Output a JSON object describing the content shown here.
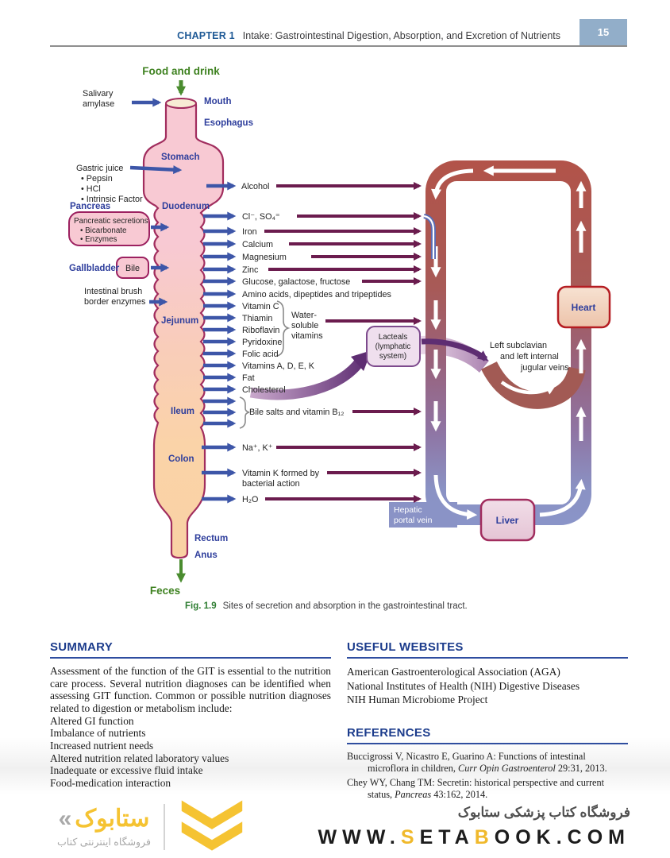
{
  "header": {
    "chapter": "CHAPTER 1",
    "title": "Intake: Gastrointestinal Digestion, Absorption, and Excretion of Nutrients",
    "page_number": "15"
  },
  "figure": {
    "caption_label": "Fig. 1.9",
    "caption_text": "Sites of secretion and absorption in the gastrointestinal tract.",
    "food_and_drink": "Food and drink",
    "feces": "Feces",
    "organs": {
      "mouth": "Mouth",
      "esophagus": "Esophagus",
      "stomach": "Stomach",
      "duodenum": "Duodenum",
      "jejunum": "Jejunum",
      "ileum": "Ileum",
      "colon": "Colon",
      "rectum": "Rectum",
      "anus": "Anus",
      "pancreas": "Pancreas",
      "gallbladder": "Gallbladder"
    },
    "secretions": {
      "salivary_1": "Salivary",
      "salivary_2": "amylase",
      "gastric_1": "Gastric juice",
      "gastric_2": "• Pepsin",
      "gastric_3": "• HCl",
      "gastric_4": "• Intrinsic Factor",
      "pancreatic_1": "Pancreatic secretions",
      "pancreatic_2": "• Bicarbonate",
      "pancreatic_3": "• Enzymes",
      "bile": "Bile",
      "brush_1": "Intestinal brush",
      "brush_2": "border enzymes"
    },
    "absorbed": {
      "alcohol": "Alcohol",
      "cl_so4": "Cl⁻, SO₄⁼",
      "iron": "Iron",
      "calcium": "Calcium",
      "magnesium": "Magnesium",
      "zinc": "Zinc",
      "glucose": "Glucose, galactose, fructose",
      "amino": "Amino acids, dipeptides and tripeptides",
      "vitamin_c": "Vitamin C",
      "thiamin": "Thiamin",
      "riboflavin": "Riboflavin",
      "pyridoxine": "Pyridoxine",
      "folic_acid": "Folic acid",
      "water_1": "Water-",
      "water_2": "soluble",
      "water_3": "vitamins",
      "vitamins_adek": "Vitamins A, D, E, K",
      "fat": "Fat",
      "cholesterol": "Cholesterol",
      "bile_salts": "Bile salts and vitamin B₁₂",
      "na_k": "Na⁺, K⁺",
      "vitamin_k_1": "Vitamin K formed by",
      "vitamin_k_2": "bacterial action",
      "h2o": "H₂O"
    },
    "circulation": {
      "heart": "Heart",
      "liver": "Liver",
      "lacteals_1": "Lacteals",
      "lacteals_2": "(lymphatic",
      "lacteals_3": "system)",
      "jugular_1": "Left subclavian",
      "jugular_2": "and left internal",
      "jugular_3": "jugular veins",
      "hepatic_1": "Hepatic",
      "hepatic_2": "portal vein"
    }
  },
  "summary": {
    "heading": "SUMMARY",
    "paragraph": "Assessment of the function of the GIT is essential to the nutrition care process. Several nutrition diagnoses can be identified when assessing GIT function. Common or possible nutrition diagnoses related to digestion or metabolism include:",
    "items": [
      "Altered GI function",
      "Imbalance of nutrients",
      "Increased nutrient needs",
      "Altered nutrition related laboratory values",
      "Inadequate or excessive fluid intake",
      "Food-medication interaction"
    ]
  },
  "websites": {
    "heading": "USEFUL WEBSITES",
    "items": [
      "American Gastroenterological Association (AGA)",
      "National Institutes of Health (NIH) Digestive Diseases",
      "NIH Human Microbiome Project"
    ]
  },
  "references": {
    "heading": "REFERENCES",
    "items": [
      {
        "pre": "Buccigrossi V, Nicastro E, Guarino A: Functions of intestinal microflora in children, ",
        "italic": "Curr Opin Gastroenterol",
        "post": " 29:31, 2013."
      },
      {
        "pre": "Chey WY, Chang TM: Secretin: historical perspective and current status, ",
        "italic": "Pancreas",
        "post": " 43:162, 2014."
      }
    ]
  },
  "footer": {
    "logo": {
      "mark": "«",
      "name": "ستابوک",
      "subtitle": "فروشگاه اینترنتی کتاب"
    },
    "tagline": "فروشگاه کتاب پزشکی ستابوک",
    "url": {
      "p1": "WWW.",
      "p2": "S",
      "p3": "ETA",
      "p4": "B",
      "p5": "OOK.COM"
    }
  },
  "colors": {
    "accent_blue": "#2e3e9c",
    "maroon_line": "#6b1c4e",
    "arrow_blue": "#3d56a8",
    "green": "#3f8221",
    "loop_top": "#b25349",
    "loop_bottom": "#8a94c8",
    "page_box": "#92aec9",
    "heading_blue": "#1c3c8c",
    "brand_yellow": "#f5c332"
  }
}
